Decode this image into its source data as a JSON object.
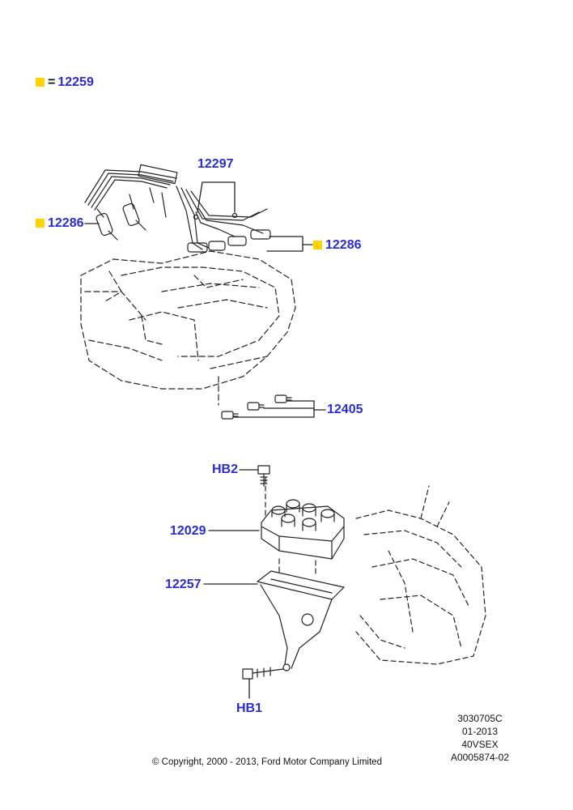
{
  "legend": {
    "symbol_color": "#ffd200",
    "equals": "=",
    "part": "12259"
  },
  "callouts": {
    "c12297": "12297",
    "c12286_left": "12286",
    "c12286_right": "12286",
    "c12405": "12405",
    "hb2": "HB2",
    "c12029": "12029",
    "c12257": "12257",
    "hb1": "HB1"
  },
  "meta_block": {
    "line1": "3030705C",
    "line2": "01-2013",
    "line3": "40VSEX",
    "line4": "A0005874-02"
  },
  "copyright": "© Copyright, 2000 - 2013, Ford Motor Company Limited",
  "colors": {
    "callout_text": "#2b2bd6",
    "marker": "#ffd200",
    "line_art": "#222222"
  }
}
